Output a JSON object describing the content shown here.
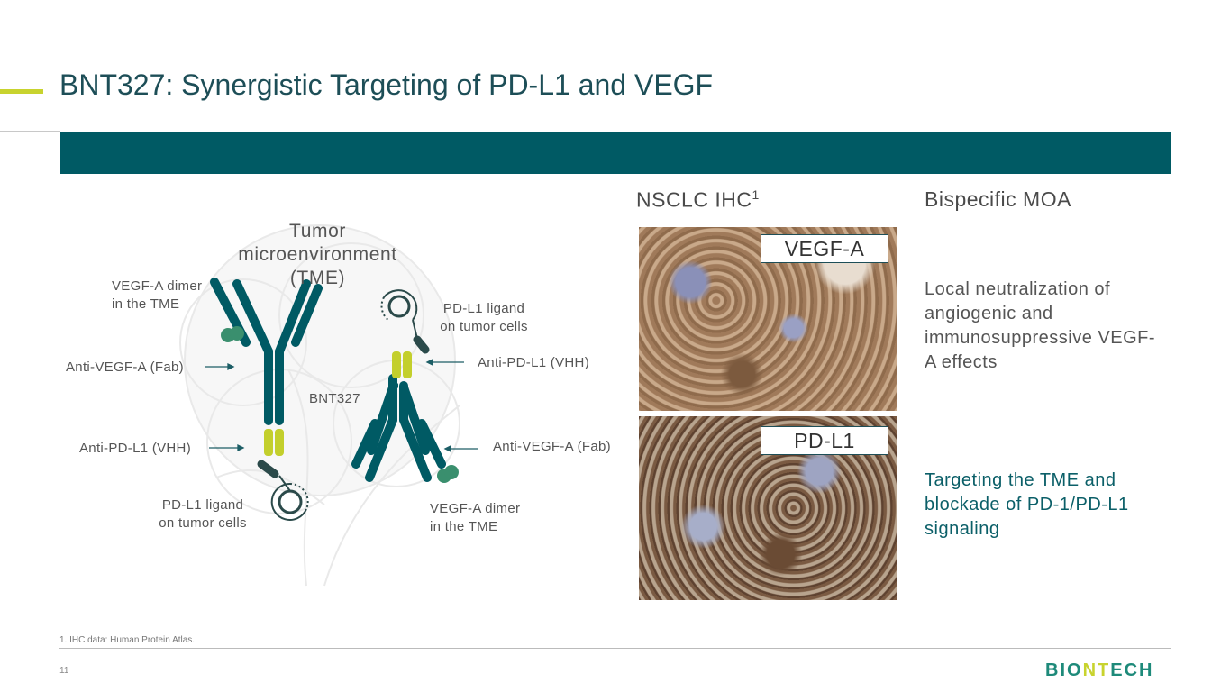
{
  "title": "BNT327: Synergistic Targeting of PD-L1 and VEGF",
  "diagram": {
    "tme_lines": [
      "Tumor",
      "microenvironment",
      "(TME)"
    ],
    "bnt": "BNT327",
    "left": {
      "vegf_dimer": [
        "VEGF-A dimer",
        "in the TME"
      ],
      "anti_vegf": "Anti-VEGF-A (Fab)",
      "anti_pdl1": "Anti-PD-L1 (VHH)",
      "pdl1_ligand": [
        "PD-L1 ligand",
        "on tumor cells"
      ]
    },
    "right": {
      "pdl1_ligand": [
        "PD-L1 ligand",
        "on tumor cells"
      ],
      "anti_pdl1": "Anti-PD-L1 (VHH)",
      "anti_vegf": "Anti-VEGF-A (Fab)",
      "vegf_dimer": [
        "VEGF-A dimer",
        "in the TME"
      ]
    },
    "colors": {
      "antibody": "#005a64",
      "vhh": "#c3cf2c",
      "vegf": "#3a8f6e"
    }
  },
  "ihc": {
    "header": "NSCLC IHC",
    "header_sup": "1",
    "tag1": "VEGF-A",
    "tag2": "PD-L1"
  },
  "moa": {
    "header": "Bispecific MOA",
    "text1": "Local neutralization of angiogenic and immunosuppressive VEGF-A effects",
    "text2": "Targeting the TME and blockade of PD-1/PD-L1 signaling"
  },
  "footnote": "1. IHC data: Human Protein Atlas.",
  "page_number": "11",
  "logo": {
    "part1": "BIO",
    "part2": "NT",
    "part3": "ECH"
  }
}
